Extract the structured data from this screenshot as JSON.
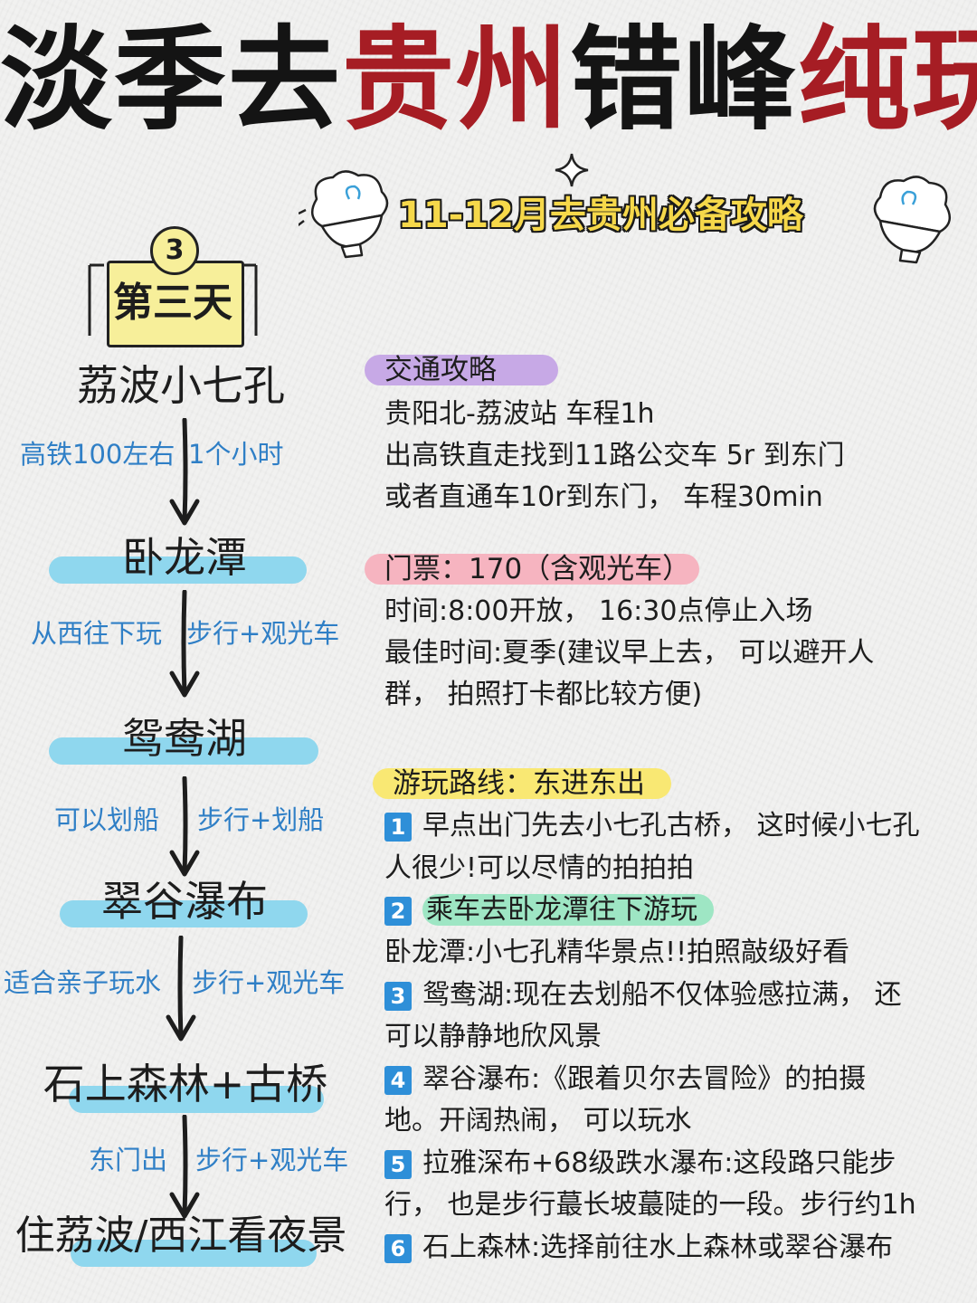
{
  "title": {
    "part1": "淡季去",
    "part2": "贵州",
    "part3": "错峰",
    "part4": "纯玩"
  },
  "subtitle": "11-12月去贵州必备攻略",
  "day_badge": {
    "number": "3",
    "label": "第三天"
  },
  "flow": {
    "stops": [
      "荔波小七孔",
      "卧龙潭",
      "鸳鸯湖",
      "翠谷瀑布",
      "石上森林+古桥",
      "住荔波/西江看夜景"
    ],
    "segments": [
      {
        "left": "高铁100左右",
        "right": "1个小时"
      },
      {
        "left": "从西往下玩",
        "right": "步行+观光车"
      },
      {
        "left": "可以划船",
        "right": "步行+划船"
      },
      {
        "left": "适合亲子玩水",
        "right": "步行+观光车"
      },
      {
        "left": "东门出",
        "right": "步行+观光车"
      }
    ]
  },
  "traffic": {
    "tag": "交通攻略",
    "lines": [
      "贵阳北-荔波站  车程1h",
      "出高铁直走找到11路公交车  5r  到东门",
      "或者直通车10r到东门，  车程30min"
    ]
  },
  "ticket": {
    "tag": "门票：170（含观光车）",
    "lines": [
      "时间:8:00开放，  16:30点停止入场",
      "最佳时间:夏季(建议早上去，  可以避开人",
      "群，  拍照打卡都比较方便)"
    ]
  },
  "route": {
    "tag": "游玩路线：东进东出",
    "items": [
      {
        "num": "1",
        "line1": "早点出门先去小七孔古桥，  这时候小七孔",
        "line2": "人很少!可以尽情的拍拍拍"
      },
      {
        "num": "2",
        "line1": "乘车去卧龙潭往下游玩",
        "line2": "卧龙潭:小七孔精华景点!!拍照敲级好看"
      },
      {
        "num": "3",
        "line1": "鸳鸯湖:现在去划船不仅体验感拉满，  还",
        "line2": "可以静静地欣风景"
      },
      {
        "num": "4",
        "line1": "翠谷瀑布:《跟着贝尔去冒险》的拍摄",
        "line2": "地。开阔热闹，  可以玩水"
      },
      {
        "num": "5",
        "line1": "拉雅深布+68级跌水瀑布:这段路只能步",
        "line2": "行，  也是步行蕞长坡蕞陡的一段。步行约1h"
      },
      {
        "num": "6",
        "line1": "石上森林:选择前往水上森林或翠谷瀑布",
        "line2": ""
      }
    ]
  },
  "colors": {
    "title_red": "#a61d24",
    "subtitle_yellow": "#f6d84a",
    "stop_highlight": "#8fd7ee",
    "note_blue": "#2f7fc6",
    "traffic_tag": "#c7a9e6",
    "ticket_tag": "#f6b4c0",
    "route_tag": "#f9e873",
    "number_badge": "#2e8fd8",
    "item2_highlight": "#9ee6c4"
  },
  "icons": [
    "lightbulb-icon",
    "sparkle-icon",
    "down-arrow-icon"
  ]
}
